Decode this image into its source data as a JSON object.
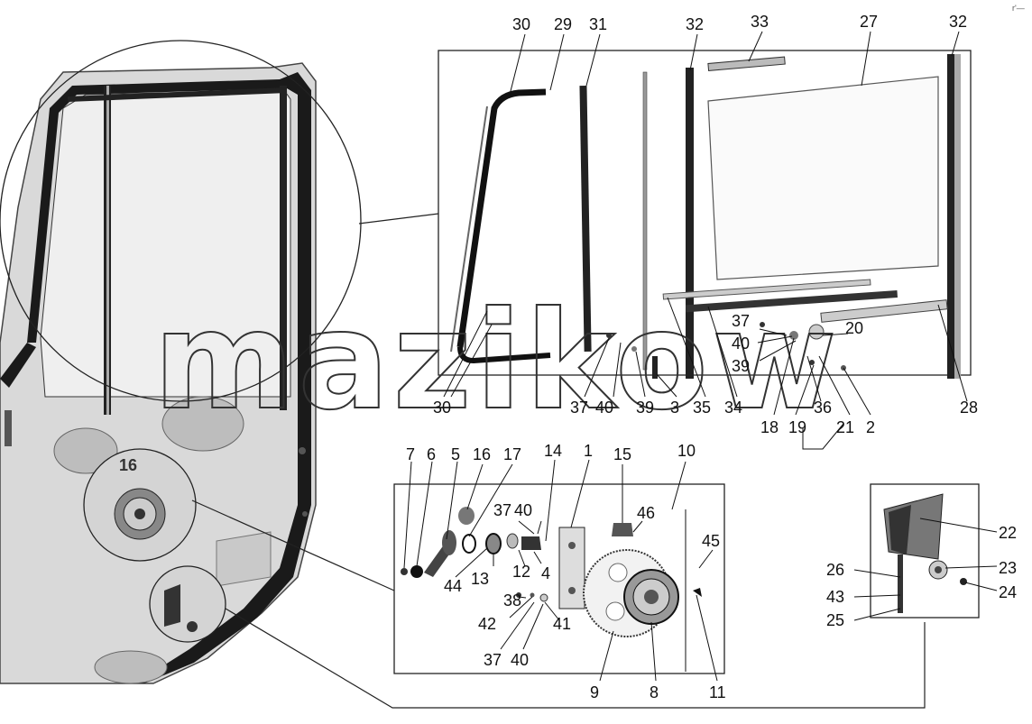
{
  "watermark": "mazikow",
  "corner_mark": "r'—",
  "detail_stamp": "16",
  "callouts": {
    "window": [
      "30",
      "29",
      "31",
      "32",
      "33",
      "27",
      "32",
      "30",
      "37",
      "40",
      "39",
      "3",
      "35",
      "34",
      "37",
      "40",
      "39",
      "20",
      "18",
      "19",
      "36",
      "21",
      "2",
      "28"
    ],
    "regulator": [
      "7",
      "6",
      "5",
      "16",
      "17",
      "14",
      "1",
      "15",
      "10",
      "37",
      "40",
      "46",
      "45",
      "44",
      "13",
      "12",
      "4",
      "38",
      "42",
      "41",
      "37",
      "40",
      "9",
      "8",
      "11"
    ],
    "lock": [
      "22",
      "26",
      "23",
      "24",
      "43",
      "25"
    ]
  },
  "colors": {
    "ink": "#111111",
    "door_fill": "#d9d9d9",
    "frame_fill": "#1a1a1a",
    "paper": "#ffffff"
  }
}
